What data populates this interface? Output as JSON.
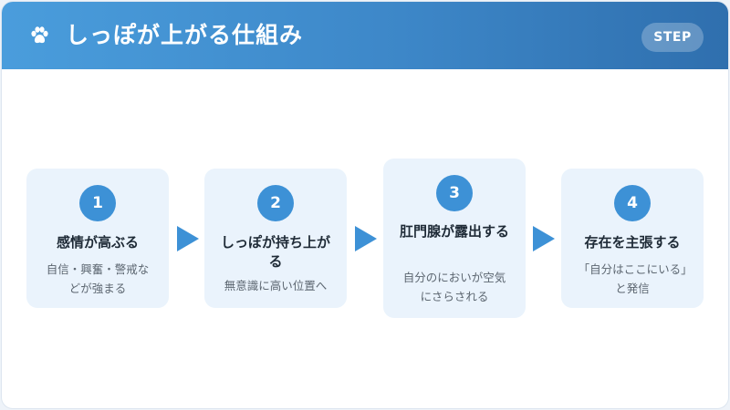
{
  "header": {
    "icon": "paw-icon",
    "title": "しっぽが上がる仕組み",
    "badge": "STEP"
  },
  "colors": {
    "accent": "#3d91d6",
    "header_from": "#4a9ddc",
    "header_to": "#2f6fae",
    "step_bg": "#eaf3fc"
  },
  "steps": [
    {
      "number": "1",
      "title": "感情が高ぶる",
      "description": "自信・興奮・警戒などが強まる"
    },
    {
      "number": "2",
      "title": "しっぽが持ち上がる",
      "description": "無意識に高い位置へ"
    },
    {
      "number": "3",
      "title": "肛門腺が露出する",
      "description": "自分のにおいが空気にさらされる"
    },
    {
      "number": "4",
      "title": "存在を主張する",
      "description": "「自分はここにいる」と発信"
    }
  ]
}
